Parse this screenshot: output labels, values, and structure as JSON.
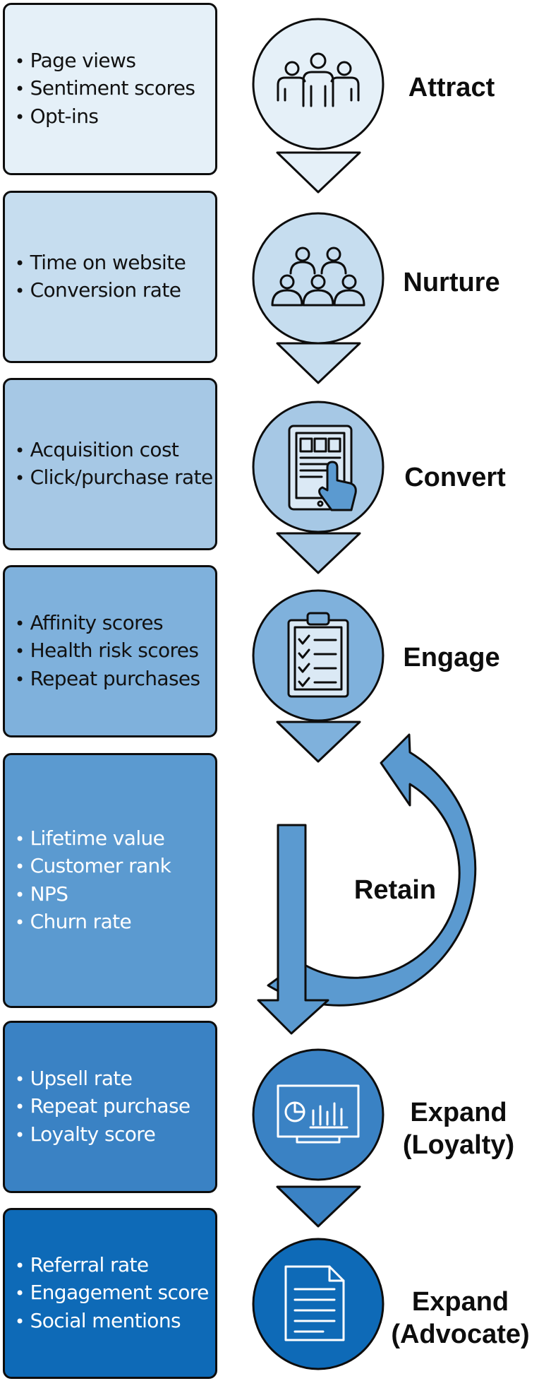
{
  "colors": {
    "outline": "#0d0d0d",
    "stage_fills": [
      "#e5f0f8",
      "#c6ddef",
      "#a6c8e5",
      "#7fb1dc",
      "#5b9ad0",
      "#3a82c4",
      "#0e6ab7"
    ]
  },
  "stages": [
    {
      "label": "Attract",
      "icon": "people-group-icon",
      "metrics": [
        "Page views",
        "Sentiment scores",
        "Opt-ins"
      ]
    },
    {
      "label": "Nurture",
      "icon": "audience-icon",
      "metrics": [
        "Time on website",
        "Conversion rate"
      ]
    },
    {
      "label": "Convert",
      "icon": "tablet-tap-icon",
      "metrics": [
        "Acquisition cost",
        "Click/purchase rate"
      ]
    },
    {
      "label": "Engage",
      "icon": "clipboard-checklist-icon",
      "metrics": [
        "Affinity scores",
        "Health risk scores",
        "Repeat purchases"
      ]
    },
    {
      "label": "Retain",
      "icon": "loop-arrow-icon",
      "metrics": [
        "Lifetime value",
        "Customer rank",
        "NPS",
        "Churn rate"
      ]
    },
    {
      "label_lines": [
        "Expand",
        "(Loyalty)"
      ],
      "icon": "presentation-board-icon",
      "metrics": [
        "Upsell rate",
        "Repeat purchase",
        "Loyalty score"
      ]
    },
    {
      "label_lines": [
        "Expand",
        "(Advocate)"
      ],
      "icon": "document-icon",
      "metrics": [
        "Referral rate",
        "Engagement score",
        "Social mentions"
      ]
    }
  ]
}
